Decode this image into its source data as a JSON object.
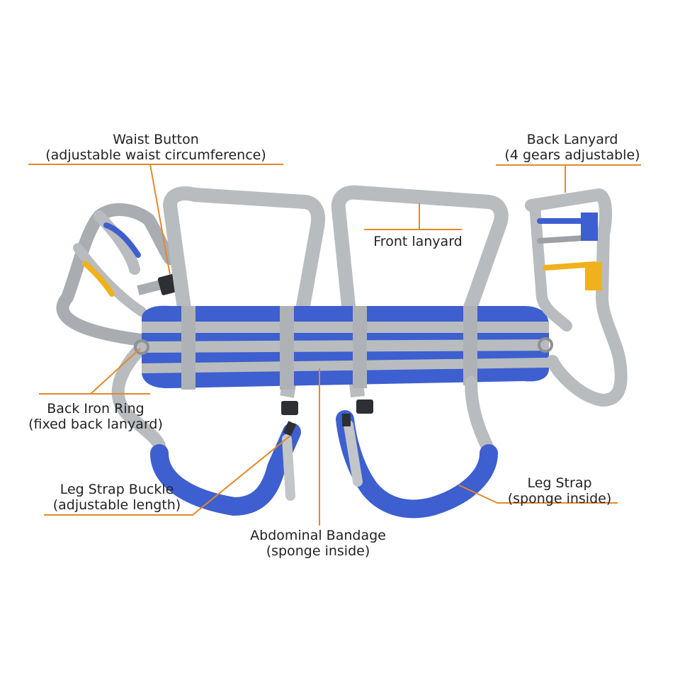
{
  "colors": {
    "leader": "#e2892b",
    "pad_blue": "#3d5fcf",
    "strap_gray": "#b9bcbf",
    "clip_yellow": "#f0b21c"
  },
  "labels": {
    "waist_button": {
      "line1": "Waist Button",
      "line2": "(adjustable waist circumference)"
    },
    "back_lanyard": {
      "line1": "Back Lanyard",
      "line2": "(4 gears adjustable)"
    },
    "front_lanyard": {
      "line1": "Front lanyard"
    },
    "back_iron_ring": {
      "line1": "Back Iron Ring",
      "line2": "(fixed back lanyard)"
    },
    "leg_strap_buckle": {
      "line1": "Leg Strap Buckle",
      "line2": "(adjustable length)"
    },
    "abdominal_bandage": {
      "line1": "Abdominal Bandage",
      "line2": "(sponge inside)"
    },
    "leg_strap": {
      "line1": "Leg Strap",
      "line2": "(sponge inside)"
    }
  }
}
